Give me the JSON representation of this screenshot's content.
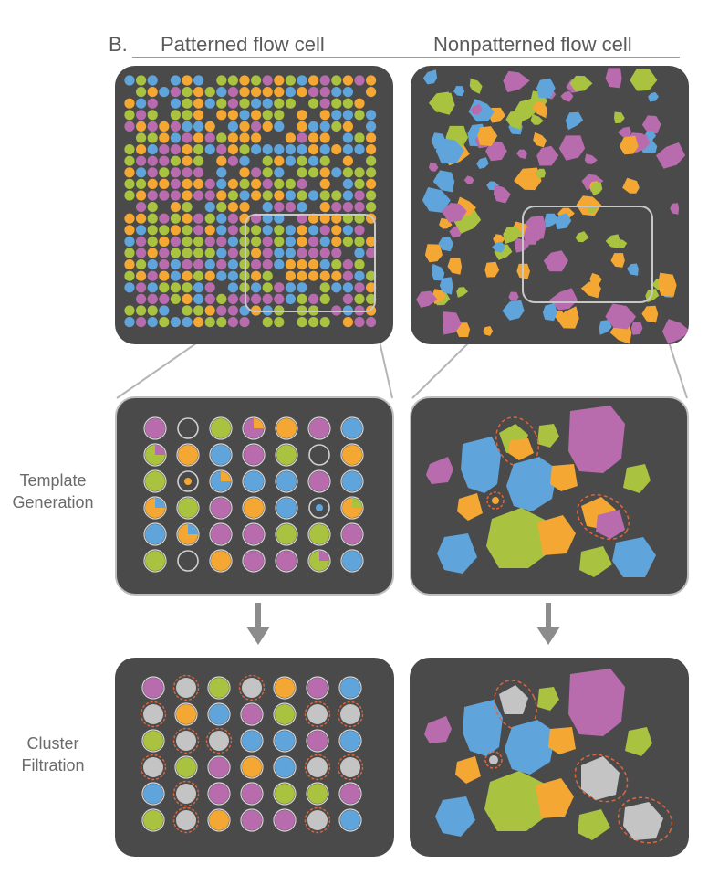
{
  "header": {
    "letter": "B.",
    "left_title": "Patterned flow cell",
    "right_title": "Nonpatterned flow cell"
  },
  "rows": {
    "template_generation": "Template\nGeneration",
    "cluster_filtration": "Cluster\nFiltration"
  },
  "colors": {
    "panel": "#4a4a4a",
    "green": "#a9c23f",
    "orange": "#f5a733",
    "blue": "#5fa5dc",
    "purple": "#b86cae",
    "gray": "#c4c4c4",
    "dashed": "#e0663a",
    "arrow": "#8c8c8c",
    "line": "#b5b5b5"
  },
  "well_grid_template": [
    [
      "purple",
      "empty",
      "green",
      "purple-orange",
      "orange",
      "purple",
      "blue"
    ],
    [
      "green-purple",
      "orange",
      "blue",
      "purple",
      "green",
      "empty",
      "orange"
    ],
    [
      "green",
      "empty-orange",
      "blue-orange",
      "blue",
      "blue",
      "purple",
      "blue"
    ],
    [
      "orange-blue",
      "green",
      "purple",
      "orange",
      "blue",
      "empty-blue",
      "orange-green"
    ],
    [
      "blue",
      "orange-blue",
      "purple",
      "purple",
      "green",
      "green",
      "purple"
    ],
    [
      "green",
      "empty",
      "orange",
      "purple",
      "purple",
      "green-purple",
      "blue"
    ]
  ],
  "well_grid_filtered": [
    [
      "purple",
      "gray",
      "green",
      "gray",
      "orange",
      "purple",
      "blue"
    ],
    [
      "gray",
      "orange",
      "blue",
      "purple",
      "green",
      "gray",
      "gray"
    ],
    [
      "green",
      "gray",
      "gray",
      "blue",
      "blue",
      "purple",
      "blue"
    ],
    [
      "gray",
      "green",
      "purple",
      "orange",
      "blue",
      "gray",
      "gray"
    ],
    [
      "blue",
      "gray",
      "purple",
      "purple",
      "green",
      "green",
      "purple"
    ],
    [
      "green",
      "gray",
      "orange",
      "purple",
      "purple",
      "gray",
      "blue"
    ]
  ]
}
